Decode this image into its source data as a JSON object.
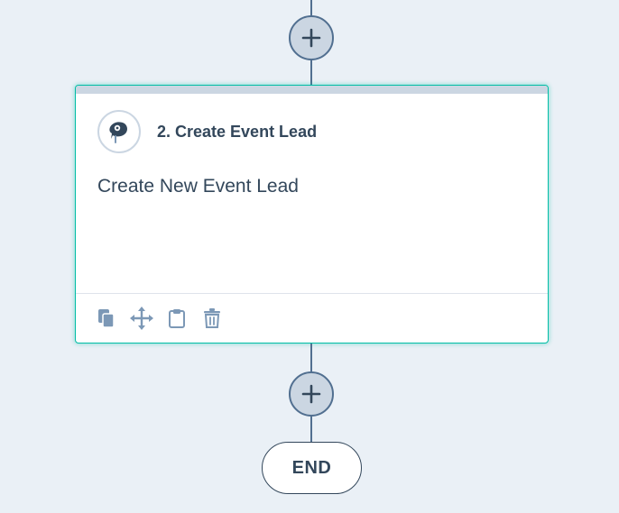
{
  "workflow": {
    "action": {
      "title": "2. Create Event Lead",
      "description": "Create New Event Lead",
      "icon": "lead-icon"
    },
    "toolbar": {
      "icons": [
        "clone-icon",
        "move-icon",
        "clipboard-icon",
        "delete-icon"
      ]
    },
    "add_button_icon": "plus-icon",
    "end_label": "END"
  },
  "colors": {
    "background": "#eaf0f6",
    "connector": "#516f90",
    "add_button_fill": "#cbd6e2",
    "card_border": "#00bda5",
    "text": "#33475b",
    "toolbar_icon": "#7c98b6"
  }
}
